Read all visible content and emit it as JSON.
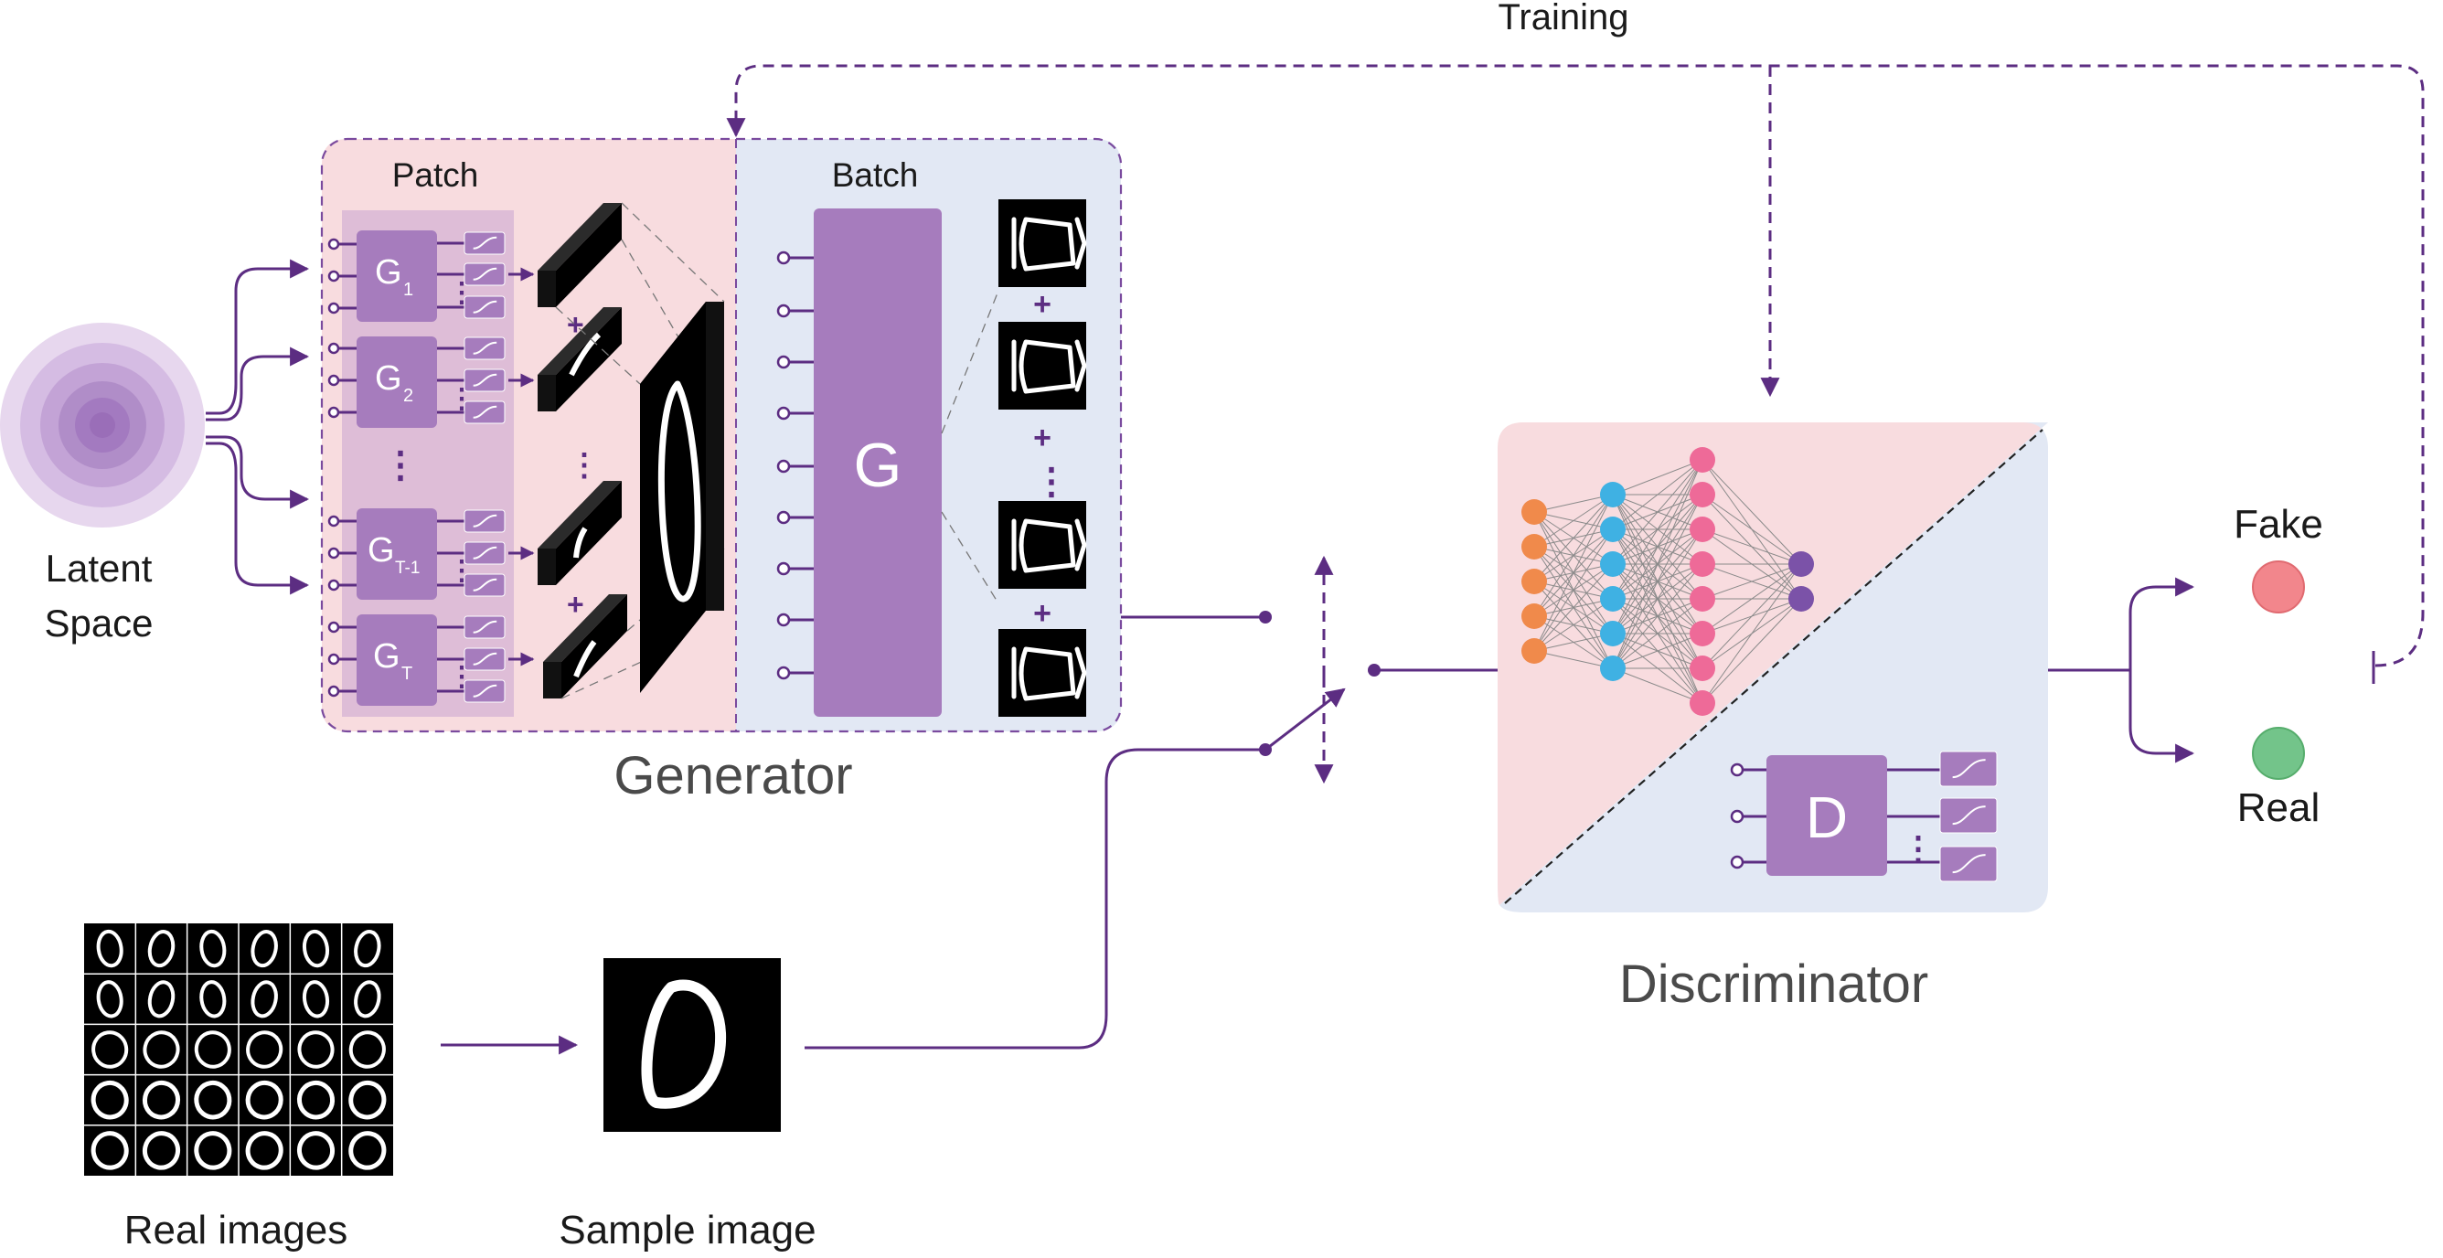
{
  "title": {
    "training": "Training"
  },
  "latent": {
    "line1": "Latent",
    "line2": "Space"
  },
  "generator": {
    "name": "Generator",
    "patch_label": "Patch",
    "batch_label": "Batch",
    "patch_generators": [
      {
        "base": "G",
        "sub": "1"
      },
      {
        "base": "G",
        "sub": "2"
      },
      {
        "base": "G",
        "sub": "T-1"
      },
      {
        "base": "G",
        "sub": "T"
      }
    ],
    "batch_generator": "G",
    "plus": "+",
    "ellipsis": "⋮"
  },
  "discriminator": {
    "name": "Discriminator",
    "block": "D",
    "nn_layers": [
      {
        "nodes": 5,
        "color": "#f08a4b"
      },
      {
        "nodes": 6,
        "color": "#3fb1e3"
      },
      {
        "nodes": 8,
        "color": "#ee6a98"
      },
      {
        "nodes": 2,
        "color": "#7b52a8"
      }
    ]
  },
  "outputs": {
    "fake": "Fake",
    "real": "Real",
    "fake_color": "#f2868c",
    "real_color": "#73c48a"
  },
  "data": {
    "real_images": "Real images",
    "sample_image": "Sample image"
  },
  "colors": {
    "accent": "#5c2d82",
    "block": "#a67cbd",
    "pink_panel": "#f8dcdf",
    "blue_panel": "#e2e8f4"
  }
}
